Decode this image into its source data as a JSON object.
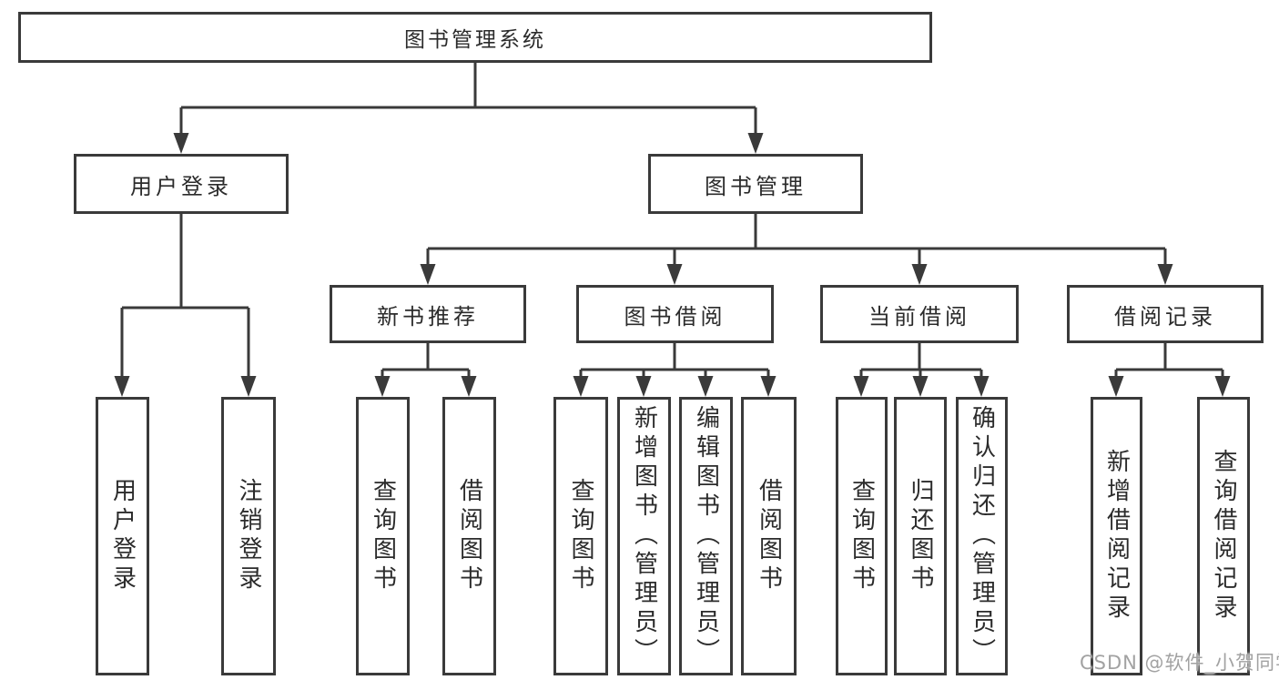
{
  "tree": {
    "root": {
      "label": "图书管理系统",
      "children": [
        {
          "label": "用户登录",
          "children": [
            {
              "label": "用户登录"
            },
            {
              "label": "注销登录"
            }
          ]
        },
        {
          "label": "图书管理",
          "children": [
            {
              "label": "新书推荐",
              "children": [
                {
                  "label": "查询图书"
                },
                {
                  "label": "借阅图书"
                }
              ]
            },
            {
              "label": "图书借阅",
              "children": [
                {
                  "label": "查询图书"
                },
                {
                  "label": "新增图书（管理员）"
                },
                {
                  "label": "编辑图书（管理员）"
                },
                {
                  "label": "借阅图书"
                }
              ]
            },
            {
              "label": "当前借阅",
              "children": [
                {
                  "label": "查询图书"
                },
                {
                  "label": "归还图书"
                },
                {
                  "label": "确认归还（管理员）"
                }
              ]
            },
            {
              "label": "借阅记录",
              "children": [
                {
                  "label": "新增借阅记录"
                },
                {
                  "label": "查询借阅记录"
                }
              ]
            }
          ]
        }
      ]
    }
  },
  "watermark": "CSDN @软件_小贺同学",
  "colors": {
    "line": "#3a3a3a",
    "text": "#2b2b2b",
    "watermark_text": "#a2a2a2",
    "background": "#ffffff"
  }
}
